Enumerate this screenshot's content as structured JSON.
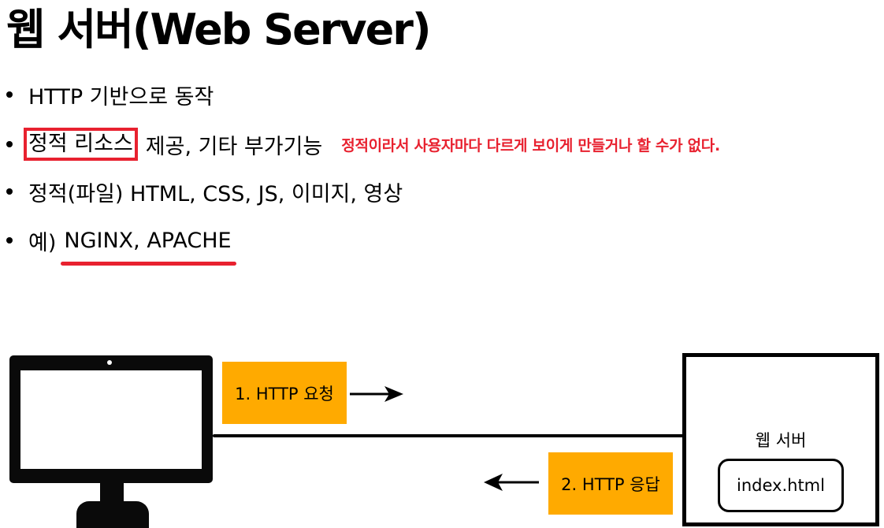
{
  "title": "웹 서버(Web Server)",
  "bullets": {
    "b1": "HTTP 기반으로 동작",
    "b2_boxed": "정적 리소스",
    "b2_rest": "제공, 기타 부가기능",
    "b2_note": "정적이라서 사용자마다 다르게 보이게 만들거나 할 수가 없다.",
    "b3": "정적(파일) HTML, CSS, JS, 이미지, 영상",
    "b4_prefix": "예)",
    "b4_underlined": "NGINX, APACHE"
  },
  "diagram": {
    "request_label": "1. HTTP 요청",
    "response_label": "2. HTTP 응답",
    "server_label": "웹 서버",
    "file_label": "index.html"
  },
  "colors": {
    "accent_red": "#e8212f",
    "tag_orange": "#ffaa00"
  }
}
